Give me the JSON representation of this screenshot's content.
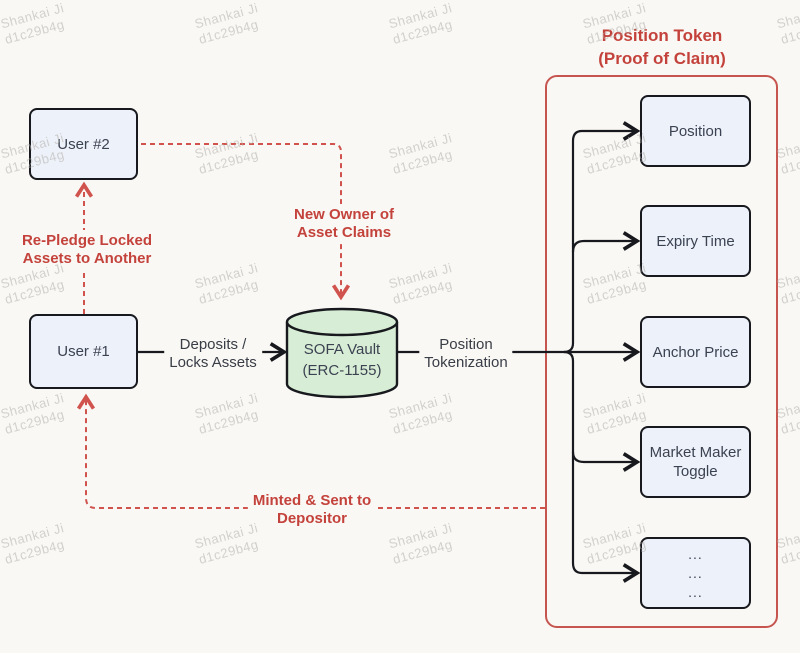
{
  "colors": {
    "background": "#faf8f4",
    "accent_red": "#c4423c",
    "dashed_red": "#d0534d",
    "line_black": "#17191e",
    "node_fill": "#edf1f9",
    "vault_fill": "#d8edd5"
  },
  "watermark": {
    "line1": "Shankai Ji",
    "line2": "d1c29b4g"
  },
  "nodes": {
    "user2": "User #2",
    "user1": "User #1",
    "vault": {
      "line1": "SOFA Vault",
      "line2": "(ERC-1155)"
    }
  },
  "edges": {
    "deposits": {
      "line1": "Deposits /",
      "line2": "Locks Assets"
    },
    "tokenization": {
      "line1": "Position",
      "line2": "Tokenization"
    },
    "repledge": {
      "line1": "Re-Pledge Locked",
      "line2": "Assets to Another"
    },
    "new_owner": {
      "line1": "New Owner of",
      "line2": "Asset Claims"
    },
    "minted": {
      "line1": "Minted & Sent to",
      "line2": "Depositor"
    }
  },
  "token_panel": {
    "title_line1": "Position Token",
    "title_line2": "(Proof of Claim)",
    "items": [
      "Position",
      "Expiry Time",
      "Anchor Price",
      "Market Maker Toggle"
    ],
    "ellipsis_lines": [
      "...",
      "...",
      "..."
    ]
  }
}
